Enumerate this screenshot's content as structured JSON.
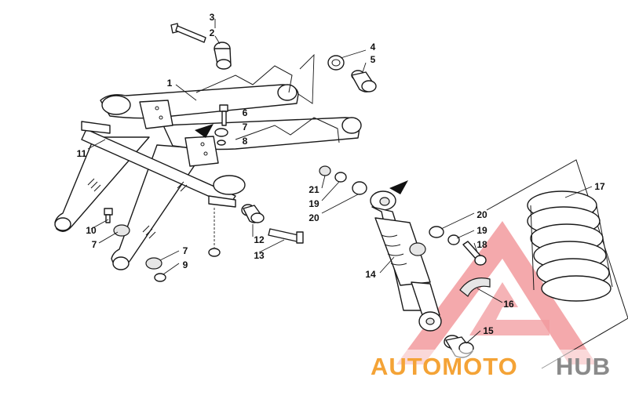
{
  "diagram": {
    "callouts": [
      {
        "id": "c3",
        "label": "3"
      },
      {
        "id": "c2",
        "label": "2"
      },
      {
        "id": "c4",
        "label": "4"
      },
      {
        "id": "c5",
        "label": "5"
      },
      {
        "id": "c1",
        "label": "1"
      },
      {
        "id": "c6",
        "label": "6"
      },
      {
        "id": "c7a",
        "label": "7"
      },
      {
        "id": "c8",
        "label": "8"
      },
      {
        "id": "c11",
        "label": "11"
      },
      {
        "id": "c17",
        "label": "17"
      },
      {
        "id": "c21",
        "label": "21"
      },
      {
        "id": "c19a",
        "label": "19"
      },
      {
        "id": "c20a",
        "label": "20"
      },
      {
        "id": "c20b",
        "label": "20"
      },
      {
        "id": "c19b",
        "label": "19"
      },
      {
        "id": "c18",
        "label": "18"
      },
      {
        "id": "c10",
        "label": "10"
      },
      {
        "id": "c7b",
        "label": "7"
      },
      {
        "id": "c12",
        "label": "12"
      },
      {
        "id": "c13",
        "label": "13"
      },
      {
        "id": "c7c",
        "label": "7"
      },
      {
        "id": "c9",
        "label": "9"
      },
      {
        "id": "c14",
        "label": "14"
      },
      {
        "id": "c16",
        "label": "16"
      },
      {
        "id": "c15",
        "label": "15"
      }
    ]
  },
  "watermark": {
    "part1": "AUTOMOTO",
    "part2": "HUB",
    "color_red": "#e8454b",
    "color_orange": "#f4a336",
    "color_grey": "#8a8a8a"
  }
}
